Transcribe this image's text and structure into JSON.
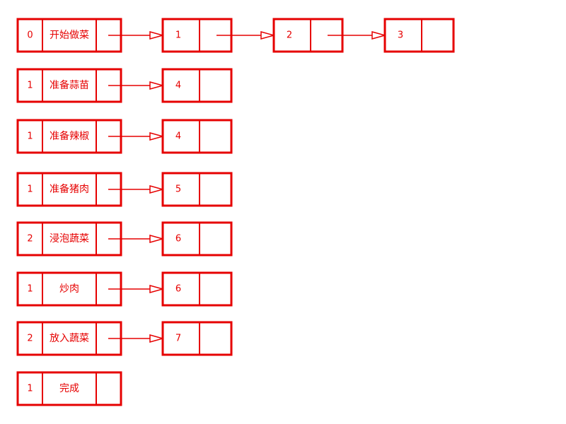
{
  "diagram": {
    "vertices": [
      {
        "in_degree": "0",
        "name": "开始做菜",
        "edges": [
          "1",
          "2",
          "3"
        ]
      },
      {
        "in_degree": "1",
        "name": "准备蒜苗",
        "edges": [
          "4"
        ]
      },
      {
        "in_degree": "1",
        "name": "准备辣椒",
        "edges": [
          "4"
        ]
      },
      {
        "in_degree": "1",
        "name": "准备猪肉",
        "edges": [
          "5"
        ]
      },
      {
        "in_degree": "2",
        "name": "浸泡蔬菜",
        "edges": [
          "6"
        ]
      },
      {
        "in_degree": "1",
        "name": "炒肉",
        "edges": [
          "6"
        ]
      },
      {
        "in_degree": "2",
        "name": "放入蔬菜",
        "edges": [
          "7"
        ]
      },
      {
        "in_degree": "1",
        "name": "完成",
        "edges": []
      }
    ],
    "colors": {
      "stroke": "#e60000",
      "background": "#ffffff"
    }
  }
}
